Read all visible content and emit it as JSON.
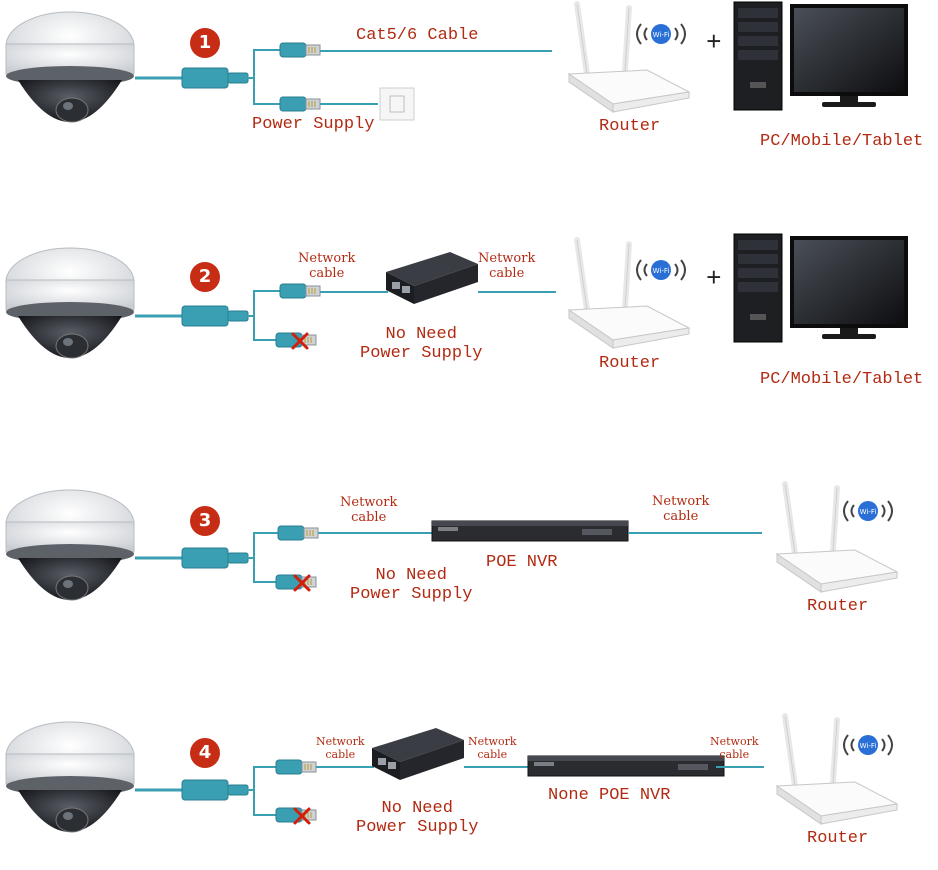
{
  "colors": {
    "cable": "#3a9fb2",
    "text": "#b22a12",
    "badge": "#c72c14"
  },
  "scenarios": [
    {
      "number": "1",
      "label_top": "Cat5/6 Cable",
      "label_power": "Power Supply",
      "router": "Router",
      "client": "PC/Mobile/Tablet",
      "plus": "+"
    },
    {
      "number": "2",
      "net_cable_1": "Network\ncable",
      "net_cable_2": "Network\ncable",
      "no_need": "No Need\nPower Supply",
      "router": "Router",
      "client": "PC/Mobile/Tablet",
      "plus": "+"
    },
    {
      "number": "3",
      "net_cable_1": "Network\ncable",
      "net_cable_2": "Network\ncable",
      "device": "POE NVR",
      "no_need": "No Need\nPower Supply",
      "router": "Router"
    },
    {
      "number": "4",
      "net_cable_1": "Network\ncable",
      "net_cable_2": "Network\ncable",
      "net_cable_3": "Network\ncable",
      "device": "None POE NVR",
      "no_need": "No Need\nPower Supply",
      "router": "Router"
    }
  ],
  "icons": [
    "dome-camera-icon",
    "splitter-icon",
    "rj45-plug-icon",
    "power-plug-icon",
    "wall-outlet-icon",
    "cross-icon",
    "poe-injector-icon",
    "nvr-icon",
    "wifi-router-icon",
    "wifi-badge-icon",
    "pc-tower-icon",
    "monitor-icon"
  ]
}
